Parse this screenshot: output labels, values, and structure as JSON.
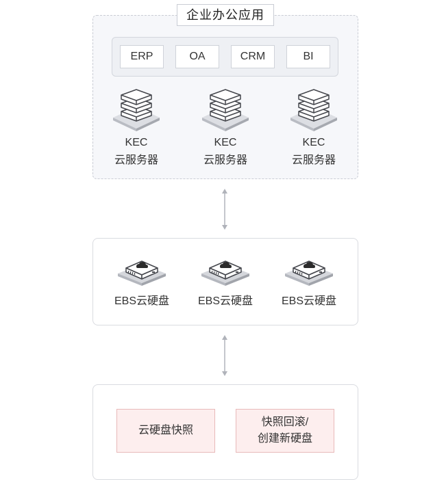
{
  "top_section": {
    "title": "企业办公应用",
    "apps": [
      "ERP",
      "OA",
      "CRM",
      "BI"
    ],
    "servers": [
      {
        "line1": "KEC",
        "line2": "云服务器",
        "icon": "server-stack-icon"
      },
      {
        "line1": "KEC",
        "line2": "云服务器",
        "icon": "server-stack-icon"
      },
      {
        "line1": "KEC",
        "line2": "云服务器",
        "icon": "server-stack-icon"
      }
    ]
  },
  "middle_section": {
    "disks": [
      {
        "label": "EBS云硬盘",
        "icon": "cloud-disk-icon"
      },
      {
        "label": "EBS云硬盘",
        "icon": "cloud-disk-icon"
      },
      {
        "label": "EBS云硬盘",
        "icon": "cloud-disk-icon"
      }
    ]
  },
  "bottom_section": {
    "features": [
      {
        "lines": [
          "云硬盘快照"
        ]
      },
      {
        "lines": [
          "快照回滚/",
          "创建新硬盘"
        ]
      }
    ]
  },
  "connectors": [
    "bidirectional-arrow",
    "bidirectional-arrow"
  ],
  "colors": {
    "panel_bg": "#f6f7fa",
    "panel_border": "#c9ccd4",
    "feature_bg": "#fdeeee",
    "feature_border": "#e8b9b9",
    "icon_gray": "#8d9099",
    "icon_dark": "#2b2b2b"
  }
}
